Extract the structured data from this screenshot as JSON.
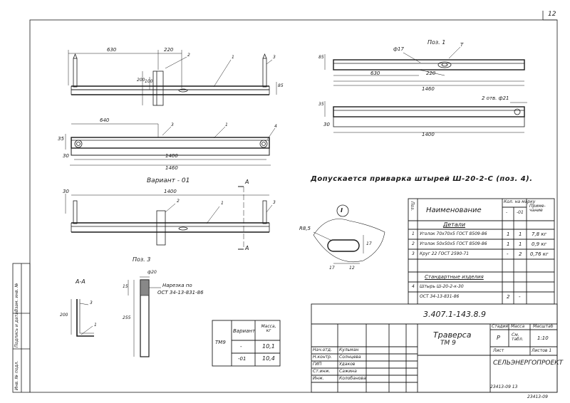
{
  "sheet": {
    "number": "12",
    "bottom_code": "23413-09",
    "stamp_small": "23413-09  13"
  },
  "views": {
    "top_left": {
      "dim_630": "630",
      "dim_220": "220",
      "dim_200": "200",
      "dim_100": "100",
      "dim_85": "85",
      "callout_2": "2",
      "callout_1": "1",
      "callout_3": "3"
    },
    "plan_1": {
      "dim_35": "35",
      "dim_640": "640",
      "dim_30": "30",
      "dim_1400": "1400",
      "dim_1460": "1460",
      "callout_3": "3",
      "callout_1": "1",
      "callout_4": "4"
    },
    "variant": {
      "title": "Вариант - 01",
      "section_mark": "А",
      "dim_30": "30",
      "dim_1400": "1400",
      "callout_2": "2",
      "callout_1": "1",
      "callout_3": "3"
    },
    "pos1_top": {
      "label": "Поз. 1",
      "dia17": "ф17",
      "t": "Т",
      "dim_85": "85",
      "dim_630": "630",
      "dim_220": "220",
      "dim_1460": "1460"
    },
    "pos1_bottom": {
      "holes": "2 отв. ф21",
      "dim_35": "35",
      "dim_30": "30",
      "dim_1400": "1400"
    },
    "note": "Допускается приварка штырей Ш-20-2-С (поз. 4).",
    "detail_I": {
      "mark": "I",
      "r": "R8,5",
      "dim_17": "17",
      "dim_17b": "17",
      "dim_12": "12"
    },
    "section_aa": {
      "title": "А-А",
      "dim_200": "200",
      "callout_1": "1",
      "callout_3": "3"
    },
    "pos3": {
      "title": "Поз. 3",
      "dia20": "ф20",
      "dim_15": "15",
      "dim_255": "255",
      "thread_label": "Нарезка по",
      "thread_std": "ОСТ 34-13-831-86"
    }
  },
  "spec_table": {
    "headers": {
      "pos": "Поз.",
      "name": "Наименование",
      "qty_top": "Кол. на марку",
      "qty_a": "-",
      "qty_b": "-01",
      "note": "Приме- чание"
    },
    "section_details": "Детали",
    "section_std": "Стандартные изделия",
    "rows": [
      {
        "pos": "1",
        "name": "Уголок 70х70х5 ГОСТ 8509-86",
        "a": "1",
        "b": "1",
        "note": "7,8 кг"
      },
      {
        "pos": "2",
        "name": "Уголок 50х50х5 ГОСТ 8509-86",
        "a": "1",
        "b": "1",
        "note": "0,9 кг"
      },
      {
        "pos": "3",
        "name": "Круг 22 ГОСТ 2590-71",
        "a": "-",
        "b": "2",
        "note": "0,76 кг"
      },
      {
        "pos": "4",
        "name": "Штырь Ш-20-2-к-30",
        "a": "",
        "b": "",
        "note": ""
      },
      {
        "pos": "",
        "name": "ОСТ 34-13-831-86",
        "a": "2",
        "b": "-",
        "note": ""
      }
    ]
  },
  "mass_table": {
    "mark": "ТМ9",
    "h_variant": "Вариант",
    "h_mass": "Масса, кг",
    "rows": [
      {
        "variant": "-",
        "mass": "10,1"
      },
      {
        "variant": "-01",
        "mass": "10,4"
      }
    ]
  },
  "title_block": {
    "doc_code": "3.407.1-143.8.9",
    "name_line1": "Траверса",
    "name_line2": "ТМ 9",
    "h_stage": "Стадия",
    "h_mass": "Масса",
    "h_scale": "Масштаб",
    "stage": "Р",
    "mass": "См. табл.",
    "scale": "1:10",
    "sheet_label": "Лист",
    "sheets_label": "Листов 1",
    "org": "СЕЛЬЭНЕРГОПРОЕКТ",
    "roles": [
      {
        "role": "Нач.отд.",
        "name": "Кульман"
      },
      {
        "role": "Н.контр.",
        "name": "Солнцева"
      },
      {
        "role": "ГИП",
        "name": "Удаков"
      },
      {
        "role": "Ст.инж.",
        "name": "Сажина"
      },
      {
        "role": "Инж.",
        "name": "Колобанова"
      }
    ]
  },
  "spine": {
    "f1": "Инв. № подл.",
    "f2": "Подпись и дата",
    "f3": "Взам. инв. №"
  }
}
